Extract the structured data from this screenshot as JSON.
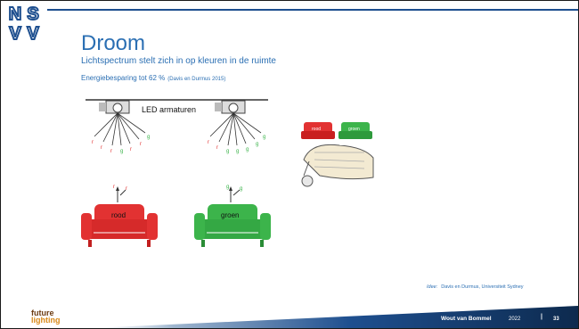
{
  "logo": {
    "letters": [
      "N",
      "S",
      "V",
      "V"
    ]
  },
  "slide": {
    "title": "Droom",
    "subtitle": "Lichtspectrum stelt zich in op kleuren in de ruimte",
    "energy": "Energiebesparing tot 62 %",
    "energy_cite": "(Davis en Durmus 2015)"
  },
  "illustration": {
    "led_label": "LED armaturen",
    "left_sofa_label": "rood",
    "right_sofa_label": "groen",
    "small_left_label": "rood",
    "small_right_label": "groen",
    "ray_letters_left": [
      "r",
      "r",
      "r",
      "g",
      "r",
      "r",
      "g"
    ],
    "ray_letters_right": [
      "r",
      "r",
      "g",
      "g",
      "g",
      "g",
      "g"
    ],
    "arrow_letters_left": [
      "r",
      "r"
    ],
    "arrow_letters_right": [
      "g",
      "g"
    ],
    "colors": {
      "red": "#e23232",
      "green": "#3cb44b",
      "blue_accent": "#2b6fb3",
      "dark_blue": "#0d2a4e"
    }
  },
  "credit": {
    "label": "Idee:",
    "text": "Davis en Durmus, Universiteit Sydney"
  },
  "footer": {
    "brand_line1": "future",
    "brand_line2": "lighting",
    "name": "Wout van Bommel",
    "year": "2022",
    "separator": "|",
    "page": "33"
  }
}
